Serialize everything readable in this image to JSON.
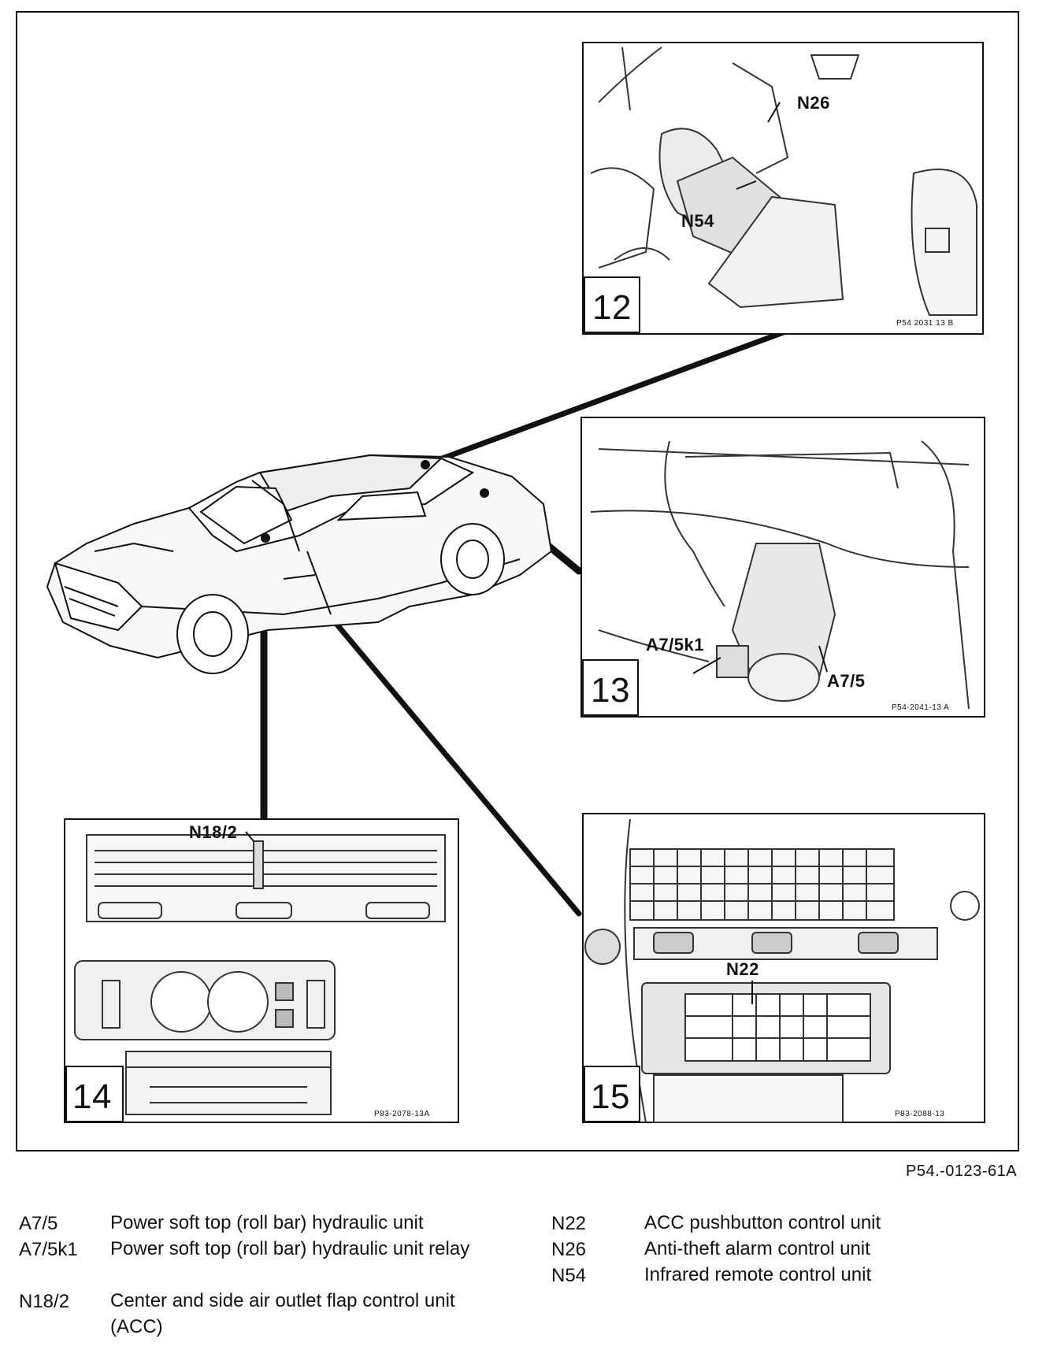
{
  "panels": {
    "p12": {
      "number": "12",
      "callouts": [
        "N26",
        "N54"
      ],
      "photo_ref": "P54 2031 13 B"
    },
    "p13": {
      "number": "13",
      "callouts": [
        "A7/5k1",
        "A7/5"
      ],
      "photo_ref": "P54-2041-13 A"
    },
    "p14": {
      "number": "14",
      "callouts": [
        "N18/2"
      ],
      "photo_ref": "P83-2078-13A"
    },
    "p15": {
      "number": "15",
      "callouts": [
        "N22"
      ],
      "photo_ref": "P83-2088-13"
    }
  },
  "figure_ref": "P54.-0123-61A",
  "legend": {
    "left": [
      {
        "code": "A7/5",
        "text": "Power soft top (roll bar) hydraulic unit"
      },
      {
        "code": "A7/5k1",
        "text": "Power soft top (roll bar) hydraulic unit relay"
      },
      {
        "code": "N18/2",
        "text": "Center and side air outlet flap control unit (ACC)"
      }
    ],
    "right": [
      {
        "code": "N22",
        "text": "ACC pushbutton control unit"
      },
      {
        "code": "N26",
        "text": "Anti-theft alarm control unit"
      },
      {
        "code": "N54",
        "text": "Infrared remote control unit"
      }
    ]
  }
}
